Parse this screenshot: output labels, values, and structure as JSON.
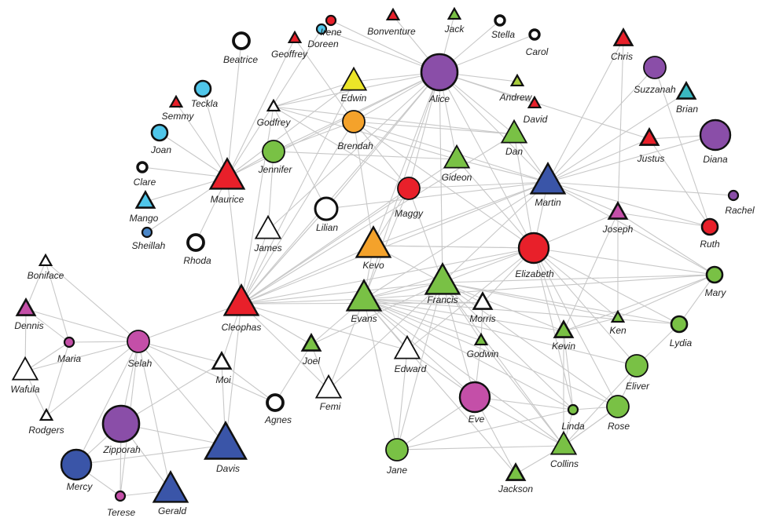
{
  "colors": {
    "red": "#e8202a",
    "purple": "#8a4ea8",
    "green": "#79c145",
    "blue": "#3a55a8",
    "pink": "#c44fa8",
    "orange": "#f4a22b",
    "yellow": "#ece528",
    "lime": "#a8cc3c",
    "cyan": "#4fc6ea",
    "teal": "#3ab8c0",
    "steel": "#4a86c8",
    "white": "#ffffff",
    "edge": "#c8c8c8",
    "outline": "#111111"
  },
  "nodes": [
    {
      "id": "Irene",
      "label": "Irene",
      "shape": "circle",
      "fill": "red",
      "size": "xs"
    },
    {
      "id": "Bonventure",
      "label": "Bonventure",
      "shape": "triangle",
      "fill": "red",
      "size": "xs"
    },
    {
      "id": "Jack",
      "label": "Jack",
      "shape": "triangle",
      "fill": "green",
      "size": "xs"
    },
    {
      "id": "Stella",
      "label": "Stella",
      "shape": "circle",
      "fill": "white",
      "size": "xs"
    },
    {
      "id": "Carol",
      "label": "Carol",
      "shape": "circle",
      "fill": "white",
      "size": "xs"
    },
    {
      "id": "Doreen",
      "label": "Doreen",
      "shape": "circle",
      "fill": "cyan",
      "size": "xs"
    },
    {
      "id": "Geoffrey",
      "label": "Geoffrey",
      "shape": "triangle",
      "fill": "red",
      "size": "xs"
    },
    {
      "id": "Beatrice",
      "label": "Beatrice",
      "shape": "circle",
      "fill": "white",
      "size": "s"
    },
    {
      "id": "Teckla",
      "label": "Teckla",
      "shape": "circle",
      "fill": "cyan",
      "size": "s"
    },
    {
      "id": "Semmy",
      "label": "Semmy",
      "shape": "triangle",
      "fill": "red",
      "size": "xs"
    },
    {
      "id": "Joan",
      "label": "Joan",
      "shape": "circle",
      "fill": "cyan",
      "size": "s"
    },
    {
      "id": "Clare",
      "label": "Clare",
      "shape": "circle",
      "fill": "white",
      "size": "xs"
    },
    {
      "id": "Mango",
      "label": "Mango",
      "shape": "triangle",
      "fill": "cyan",
      "size": "s"
    },
    {
      "id": "Sheillah",
      "label": "Sheillah",
      "shape": "circle",
      "fill": "steel",
      "size": "xs"
    },
    {
      "id": "Rhoda",
      "label": "Rhoda",
      "shape": "circle",
      "fill": "white",
      "size": "s"
    },
    {
      "id": "Maurice",
      "label": "Maurice",
      "shape": "triangle",
      "fill": "red",
      "size": "l"
    },
    {
      "id": "Edwin",
      "label": "Edwin",
      "shape": "triangle",
      "fill": "yellow",
      "size": "m"
    },
    {
      "id": "Alice",
      "label": "Alice",
      "shape": "circle",
      "fill": "purple",
      "size": "xl"
    },
    {
      "id": "Andrew",
      "label": "Andrew",
      "shape": "triangle",
      "fill": "lime",
      "size": "xs"
    },
    {
      "id": "David",
      "label": "David",
      "shape": "triangle",
      "fill": "red",
      "size": "xs"
    },
    {
      "id": "Godfrey",
      "label": "Godfrey",
      "shape": "triangle",
      "fill": "white",
      "size": "xs"
    },
    {
      "id": "Brendah",
      "label": "Brendah",
      "shape": "circle",
      "fill": "orange",
      "size": "m"
    },
    {
      "id": "Jennifer",
      "label": "Jennifer",
      "shape": "circle",
      "fill": "green",
      "size": "m"
    },
    {
      "id": "Gideon",
      "label": "Gideon",
      "shape": "triangle",
      "fill": "green",
      "size": "m"
    },
    {
      "id": "Dan",
      "label": "Dan",
      "shape": "triangle",
      "fill": "green",
      "size": "m"
    },
    {
      "id": "Chris",
      "label": "Chris",
      "shape": "triangle",
      "fill": "red",
      "size": "s"
    },
    {
      "id": "Suzzanah",
      "label": "Suzzanah",
      "shape": "circle",
      "fill": "purple",
      "size": "m"
    },
    {
      "id": "Brian",
      "label": "Brian",
      "shape": "triangle",
      "fill": "teal",
      "size": "s"
    },
    {
      "id": "Justus",
      "label": "Justus",
      "shape": "triangle",
      "fill": "red",
      "size": "s"
    },
    {
      "id": "Diana",
      "label": "Diana",
      "shape": "circle",
      "fill": "purple",
      "size": "l"
    },
    {
      "id": "Rachel",
      "label": "Rachel",
      "shape": "circle",
      "fill": "purple",
      "size": "xs"
    },
    {
      "id": "Martin",
      "label": "Martin",
      "shape": "triangle",
      "fill": "blue",
      "size": "l"
    },
    {
      "id": "Maggy",
      "label": "Maggy",
      "shape": "circle",
      "fill": "red",
      "size": "m"
    },
    {
      "id": "Lilian",
      "label": "Lilian",
      "shape": "circle",
      "fill": "white",
      "size": "m"
    },
    {
      "id": "James",
      "label": "James",
      "shape": "triangle",
      "fill": "white",
      "size": "m"
    },
    {
      "id": "Kevo",
      "label": "Kevo",
      "shape": "triangle",
      "fill": "orange",
      "size": "l"
    },
    {
      "id": "Joseph",
      "label": "Joseph",
      "shape": "triangle",
      "fill": "pink",
      "size": "s"
    },
    {
      "id": "Ruth",
      "label": "Ruth",
      "shape": "circle",
      "fill": "red",
      "size": "s"
    },
    {
      "id": "Elizabeth",
      "label": "Elizabeth",
      "shape": "circle",
      "fill": "red",
      "size": "l"
    },
    {
      "id": "Mary",
      "label": "Mary",
      "shape": "circle",
      "fill": "green",
      "size": "s"
    },
    {
      "id": "Boniface",
      "label": "Boniface",
      "shape": "triangle",
      "fill": "white",
      "size": "xs"
    },
    {
      "id": "Dennis",
      "label": "Dennis",
      "shape": "triangle",
      "fill": "pink",
      "size": "s"
    },
    {
      "id": "Maria",
      "label": "Maria",
      "shape": "circle",
      "fill": "pink",
      "size": "xs"
    },
    {
      "id": "Selah",
      "label": "Selah",
      "shape": "circle",
      "fill": "pink",
      "size": "m"
    },
    {
      "id": "Cleophas",
      "label": "Cleophas",
      "shape": "triangle",
      "fill": "red",
      "size": "l"
    },
    {
      "id": "Evans",
      "label": "Evans",
      "shape": "triangle",
      "fill": "green",
      "size": "l"
    },
    {
      "id": "Francis",
      "label": "Francis",
      "shape": "triangle",
      "fill": "green",
      "size": "l"
    },
    {
      "id": "Morris",
      "label": "Morris",
      "shape": "triangle",
      "fill": "white",
      "size": "s"
    },
    {
      "id": "Kevin",
      "label": "Kevin",
      "shape": "triangle",
      "fill": "green",
      "size": "s"
    },
    {
      "id": "Ken",
      "label": "Ken",
      "shape": "triangle",
      "fill": "green",
      "size": "xs"
    },
    {
      "id": "Lydia",
      "label": "Lydia",
      "shape": "circle",
      "fill": "green",
      "size": "s"
    },
    {
      "id": "Wafula",
      "label": "Wafula",
      "shape": "triangle",
      "fill": "white",
      "size": "m"
    },
    {
      "id": "Joel",
      "label": "Joel",
      "shape": "triangle",
      "fill": "green",
      "size": "s"
    },
    {
      "id": "Moi",
      "label": "Moi",
      "shape": "triangle",
      "fill": "white",
      "size": "s"
    },
    {
      "id": "Edward",
      "label": "Edward",
      "shape": "triangle",
      "fill": "white",
      "size": "m"
    },
    {
      "id": "Godwin",
      "label": "Godwin",
      "shape": "triangle",
      "fill": "green",
      "size": "xs"
    },
    {
      "id": "Eliver",
      "label": "Eliver",
      "shape": "circle",
      "fill": "green",
      "size": "m"
    },
    {
      "id": "Rodgers",
      "label": "Rodgers",
      "shape": "triangle",
      "fill": "white",
      "size": "xs"
    },
    {
      "id": "Zipporah",
      "label": "Zipporah",
      "shape": "circle",
      "fill": "purple",
      "size": "xl"
    },
    {
      "id": "Femi",
      "label": "Femi",
      "shape": "triangle",
      "fill": "white",
      "size": "m"
    },
    {
      "id": "Agnes",
      "label": "Agnes",
      "shape": "circle",
      "fill": "white",
      "size": "s"
    },
    {
      "id": "Eve",
      "label": "Eve",
      "shape": "circle",
      "fill": "pink",
      "size": "l"
    },
    {
      "id": "Linda",
      "label": "Linda",
      "shape": "circle",
      "fill": "green",
      "size": "xs"
    },
    {
      "id": "Rose",
      "label": "Rose",
      "shape": "circle",
      "fill": "green",
      "size": "m"
    },
    {
      "id": "Davis",
      "label": "Davis",
      "shape": "triangle",
      "fill": "blue",
      "size": "xl"
    },
    {
      "id": "Mercy",
      "label": "Mercy",
      "shape": "circle",
      "fill": "blue",
      "size": "l"
    },
    {
      "id": "Jane",
      "label": "Jane",
      "shape": "circle",
      "fill": "green",
      "size": "m"
    },
    {
      "id": "Collins",
      "label": "Collins",
      "shape": "triangle",
      "fill": "green",
      "size": "m"
    },
    {
      "id": "Jackson",
      "label": "Jackson",
      "shape": "triangle",
      "fill": "green",
      "size": "s"
    },
    {
      "id": "Terese",
      "label": "Terese",
      "shape": "circle",
      "fill": "pink",
      "size": "xs"
    },
    {
      "id": "Gerald",
      "label": "Gerald",
      "shape": "triangle",
      "fill": "blue",
      "size": "l"
    }
  ],
  "edges": [
    [
      "Beatrice",
      "Maurice"
    ],
    [
      "Teckla",
      "Maurice"
    ],
    [
      "Semmy",
      "Maurice"
    ],
    [
      "Joan",
      "Maurice"
    ],
    [
      "Clare",
      "Maurice"
    ],
    [
      "Mango",
      "Maurice"
    ],
    [
      "Sheillah",
      "Maurice"
    ],
    [
      "Rhoda",
      "Maurice"
    ],
    [
      "Geoffrey",
      "Maurice"
    ],
    [
      "Doreen",
      "Maurice"
    ],
    [
      "Maurice",
      "Cleophas"
    ],
    [
      "Maurice",
      "Alice"
    ],
    [
      "Maurice",
      "Jennifer"
    ],
    [
      "Maurice",
      "Edwin"
    ],
    [
      "Irene",
      "Alice"
    ],
    [
      "Bonventure",
      "Alice"
    ],
    [
      "Jack",
      "Alice"
    ],
    [
      "Stella",
      "Alice"
    ],
    [
      "Carol",
      "Alice"
    ],
    [
      "Doreen",
      "Alice"
    ],
    [
      "Andrew",
      "Alice"
    ],
    [
      "David",
      "Alice"
    ],
    [
      "Edwin",
      "Alice"
    ],
    [
      "Geoffrey",
      "Brendah"
    ],
    [
      "Alice",
      "Godfrey"
    ],
    [
      "Alice",
      "Brendah"
    ],
    [
      "Alice",
      "Jennifer"
    ],
    [
      "Alice",
      "Gideon"
    ],
    [
      "Alice",
      "Dan"
    ],
    [
      "Alice",
      "Maggy"
    ],
    [
      "Alice",
      "Martin"
    ],
    [
      "Alice",
      "Kevo"
    ],
    [
      "Alice",
      "Lilian"
    ],
    [
      "Alice",
      "James"
    ],
    [
      "Alice",
      "Cleophas"
    ],
    [
      "Alice",
      "Elizabeth"
    ],
    [
      "Alice",
      "Francis"
    ],
    [
      "Alice",
      "Evans"
    ],
    [
      "Alice",
      "Justus"
    ],
    [
      "Godfrey",
      "Gideon"
    ],
    [
      "Godfrey",
      "Maggy"
    ],
    [
      "Godfrey",
      "Dan"
    ],
    [
      "Godfrey",
      "Edwin"
    ],
    [
      "Godfrey",
      "Lilian"
    ],
    [
      "Brendah",
      "Maggy"
    ],
    [
      "Brendah",
      "Dan"
    ],
    [
      "Brendah",
      "Martin"
    ],
    [
      "Brendah",
      "Kevo"
    ],
    [
      "Brendah",
      "Elizabeth"
    ],
    [
      "Jennifer",
      "Gideon"
    ],
    [
      "Jennifer",
      "James"
    ],
    [
      "Jennifer",
      "Brendah"
    ],
    [
      "Chris",
      "Martin"
    ],
    [
      "Suzzanah",
      "Martin"
    ],
    [
      "Brian",
      "Martin"
    ],
    [
      "Justus",
      "Martin"
    ],
    [
      "Diana",
      "Martin"
    ],
    [
      "Rachel",
      "Martin"
    ],
    [
      "Ruth",
      "Martin"
    ],
    [
      "Joseph",
      "Martin"
    ],
    [
      "Martin",
      "Cleophas"
    ],
    [
      "Martin",
      "Evans"
    ],
    [
      "Martin",
      "Francis"
    ],
    [
      "Martin",
      "Gideon"
    ],
    [
      "Martin",
      "Dan"
    ],
    [
      "Martin",
      "Mary"
    ],
    [
      "Martin",
      "Elizabeth"
    ],
    [
      "Martin",
      "Kevo"
    ],
    [
      "Martin",
      "Maggy"
    ],
    [
      "Martin",
      "Lilian"
    ],
    [
      "Justus",
      "Diana"
    ],
    [
      "Justus",
      "Ruth"
    ],
    [
      "Suzzanah",
      "Ruth"
    ],
    [
      "Chris",
      "Joseph"
    ],
    [
      "Joseph",
      "Ruth"
    ],
    [
      "Joseph",
      "Elizabeth"
    ],
    [
      "Joseph",
      "Ken"
    ],
    [
      "Joseph",
      "Kevin"
    ],
    [
      "Joseph",
      "Mary"
    ],
    [
      "Elizabeth",
      "Cleophas"
    ],
    [
      "Elizabeth",
      "Evans"
    ],
    [
      "Elizabeth",
      "Francis"
    ],
    [
      "Elizabeth",
      "Mary"
    ],
    [
      "Elizabeth",
      "Lydia"
    ],
    [
      "Elizabeth",
      "Kevin"
    ],
    [
      "Elizabeth",
      "Ken"
    ],
    [
      "Elizabeth",
      "Linda"
    ],
    [
      "Elizabeth",
      "Eliver"
    ],
    [
      "Elizabeth",
      "Rose"
    ],
    [
      "Elizabeth",
      "Morris"
    ],
    [
      "Elizabeth",
      "Edward"
    ],
    [
      "Elizabeth",
      "Kevo"
    ],
    [
      "Elizabeth",
      "Gideon"
    ],
    [
      "Elizabeth",
      "Dan"
    ],
    [
      "Maggy",
      "Cleophas"
    ],
    [
      "Maggy",
      "Kevo"
    ],
    [
      "Maggy",
      "Evans"
    ],
    [
      "Maggy",
      "Francis"
    ],
    [
      "Lilian",
      "Cleophas"
    ],
    [
      "James",
      "Cleophas"
    ],
    [
      "Kevo",
      "Cleophas"
    ],
    [
      "Gideon",
      "Cleophas"
    ],
    [
      "Dan",
      "Cleophas"
    ],
    [
      "Edwin",
      "Cleophas"
    ],
    [
      "Brendah",
      "Cleophas"
    ],
    [
      "Godfrey",
      "Cleophas"
    ],
    [
      "Kevo",
      "Francis"
    ],
    [
      "Kevo",
      "Evans"
    ],
    [
      "Kevo",
      "Elizabeth"
    ],
    [
      "Boniface",
      "Dennis"
    ],
    [
      "Boniface",
      "Maria"
    ],
    [
      "Boniface",
      "Selah"
    ],
    [
      "Dennis",
      "Wafula"
    ],
    [
      "Dennis",
      "Maria"
    ],
    [
      "Maria",
      "Wafula"
    ],
    [
      "Maria",
      "Rodgers"
    ],
    [
      "Maria",
      "Selah"
    ],
    [
      "Wafula",
      "Rodgers"
    ],
    [
      "Wafula",
      "Selah"
    ],
    [
      "Rodgers",
      "Selah"
    ],
    [
      "Dennis",
      "Selah"
    ],
    [
      "Selah",
      "Cleophas"
    ],
    [
      "Selah",
      "Zipporah"
    ],
    [
      "Selah",
      "Davis"
    ],
    [
      "Selah",
      "Mercy"
    ],
    [
      "Selah",
      "Gerald"
    ],
    [
      "Selah",
      "Terese"
    ],
    [
      "Selah",
      "Moi"
    ],
    [
      "Selah",
      "Agnes"
    ],
    [
      "Zipporah",
      "Mercy"
    ],
    [
      "Zipporah",
      "Terese"
    ],
    [
      "Zipporah",
      "Gerald"
    ],
    [
      "Zipporah",
      "Davis"
    ],
    [
      "Mercy",
      "Terese"
    ],
    [
      "Mercy",
      "Davis"
    ],
    [
      "Terese",
      "Gerald"
    ],
    [
      "Moi",
      "Zipporah"
    ],
    [
      "Moi",
      "Davis"
    ],
    [
      "Moi",
      "Agnes"
    ],
    [
      "Cleophas",
      "Evans"
    ],
    [
      "Cleophas",
      "Francis"
    ],
    [
      "Cleophas",
      "Moi"
    ],
    [
      "Cleophas",
      "Joel"
    ],
    [
      "Cleophas",
      "Davis"
    ],
    [
      "Cleophas",
      "Femi"
    ],
    [
      "Cleophas",
      "Edward"
    ],
    [
      "Cleophas",
      "Morris"
    ],
    [
      "Cleophas",
      "Lilian"
    ],
    [
      "Evans",
      "Francis"
    ],
    [
      "Evans",
      "Joel"
    ],
    [
      "Evans",
      "Edward"
    ],
    [
      "Evans",
      "Femi"
    ],
    [
      "Evans",
      "Eve"
    ],
    [
      "Evans",
      "Jane"
    ],
    [
      "Evans",
      "Jackson"
    ],
    [
      "Evans",
      "Collins"
    ],
    [
      "Evans",
      "Linda"
    ],
    [
      "Evans",
      "Rose"
    ],
    [
      "Evans",
      "Godwin"
    ],
    [
      "Evans",
      "Kevin"
    ],
    [
      "Evans",
      "Morris"
    ],
    [
      "Evans",
      "Mary"
    ],
    [
      "Evans",
      "Lydia"
    ],
    [
      "Evans",
      "Eliver"
    ],
    [
      "Francis",
      "Edward"
    ],
    [
      "Francis",
      "Morris"
    ],
    [
      "Francis",
      "Godwin"
    ],
    [
      "Francis",
      "Kevin"
    ],
    [
      "Francis",
      "Ken"
    ],
    [
      "Francis",
      "Lydia"
    ],
    [
      "Francis",
      "Eve"
    ],
    [
      "Francis",
      "Collins"
    ],
    [
      "Francis",
      "Linda"
    ],
    [
      "Francis",
      "Rose"
    ],
    [
      "Francis",
      "Mary"
    ],
    [
      "Francis",
      "Femi"
    ],
    [
      "Francis",
      "Joel"
    ],
    [
      "Francis",
      "Jane"
    ],
    [
      "Joel",
      "Agnes"
    ],
    [
      "Joel",
      "Femi"
    ],
    [
      "Edward",
      "Jane"
    ],
    [
      "Edward",
      "Eve"
    ],
    [
      "Morris",
      "Godwin"
    ],
    [
      "Godwin",
      "Collins"
    ],
    [
      "Godwin",
      "Eve"
    ],
    [
      "Eve",
      "Jane"
    ],
    [
      "Eve",
      "Collins"
    ],
    [
      "Eve",
      "Linda"
    ],
    [
      "Eve",
      "Jackson"
    ],
    [
      "Jane",
      "Collins"
    ],
    [
      "Jane",
      "Linda"
    ],
    [
      "Linda",
      "Collins"
    ],
    [
      "Linda",
      "Rose"
    ],
    [
      "Collins",
      "Rose"
    ],
    [
      "Kevin",
      "Collins"
    ],
    [
      "Kevin",
      "Linda"
    ],
    [
      "Mary",
      "Lydia"
    ],
    [
      "Lydia",
      "Eliver"
    ],
    [
      "Eliver",
      "Rose"
    ],
    [
      "Mary",
      "Kevin"
    ],
    [
      "Ken",
      "Mary"
    ],
    [
      "Ken",
      "Kevin"
    ],
    [
      "Collins",
      "Jackson"
    ],
    [
      "Rose",
      "Collins"
    ],
    [
      "Eliver",
      "Collins"
    ]
  ]
}
